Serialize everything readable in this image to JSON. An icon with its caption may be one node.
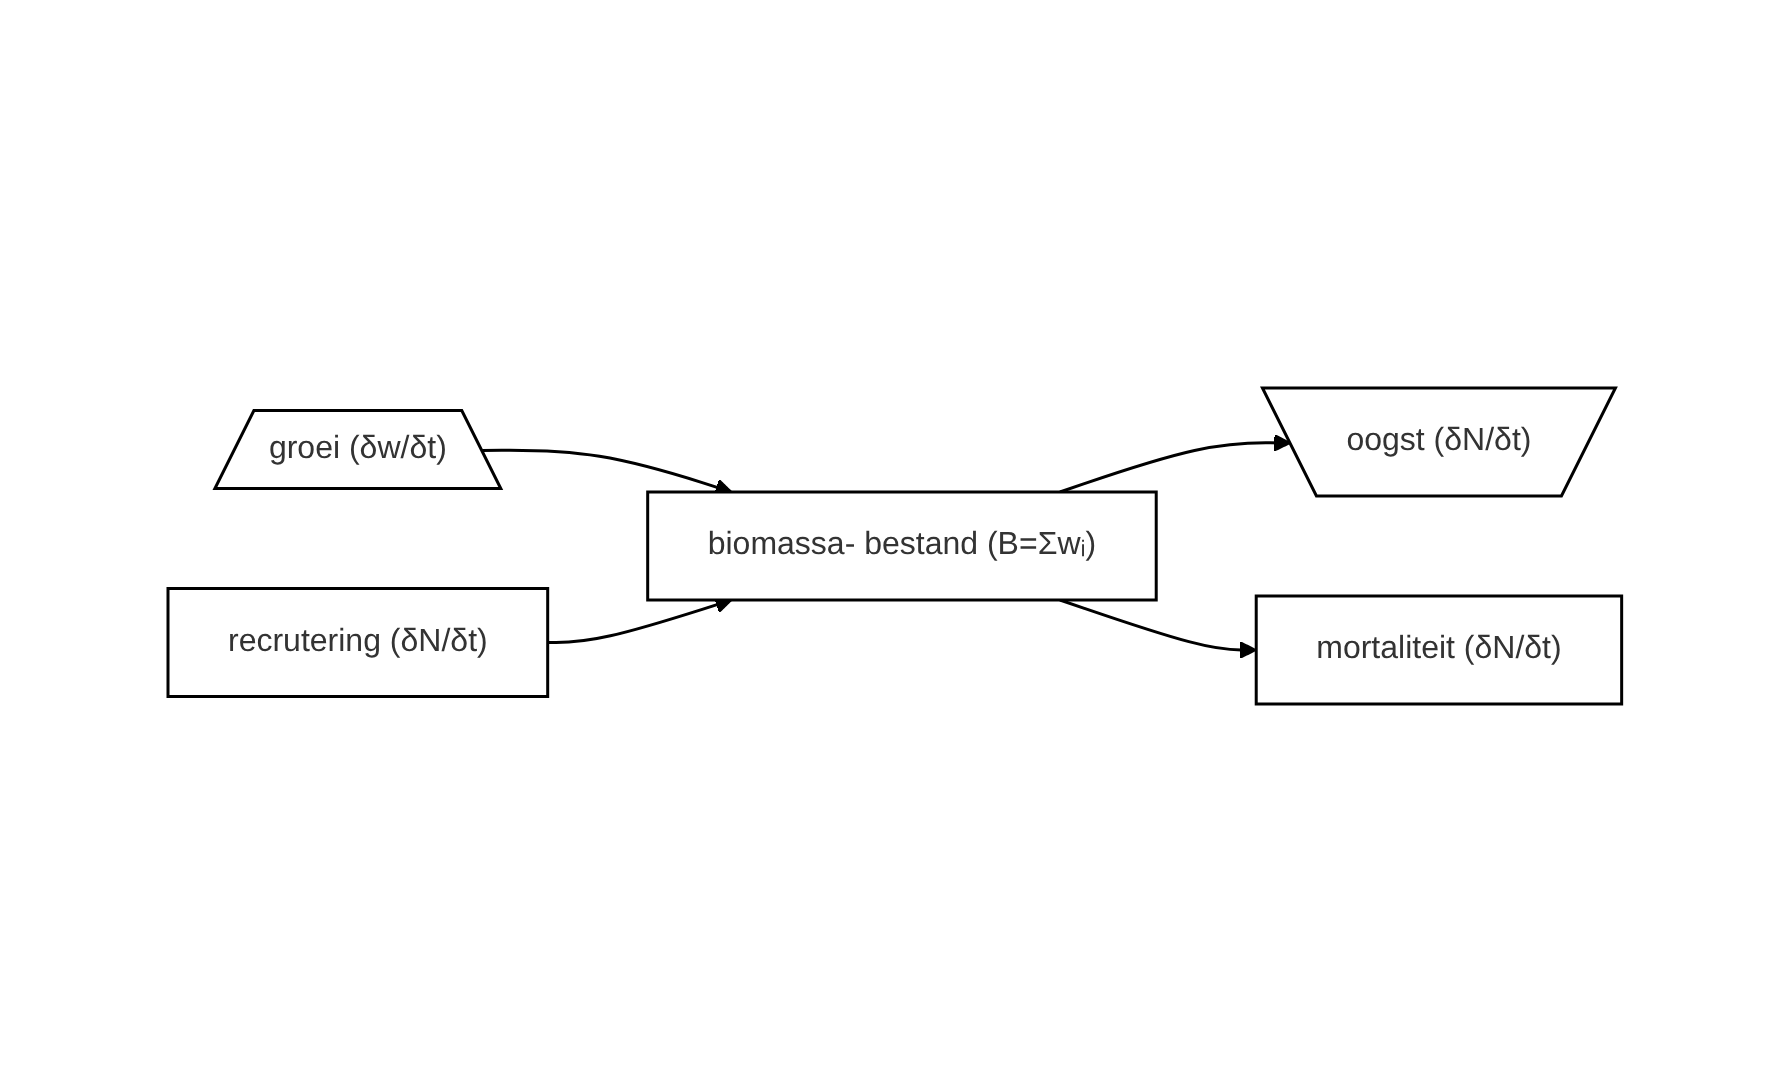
{
  "diagram": {
    "nodes": [
      {
        "text": [
          "groei (δw/δt)"
        ]
      },
      {
        "text": [
          "recrutering (δN/δt)"
        ]
      },
      {
        "text": [
          "biomassa- bestand (B=Σwᵢ)"
        ]
      },
      {
        "text": [
          "oogst (δN/δt)"
        ]
      },
      {
        "text": [
          "mortaliteit (δN/δt)"
        ]
      }
    ],
    "edges": [
      {
        "from": 0,
        "to": 2,
        "arrow": "to"
      },
      {
        "from": 1,
        "to": 2,
        "arrow": "to"
      },
      {
        "from": 2,
        "to": 3,
        "arrow": "to"
      },
      {
        "from": 2,
        "to": 4,
        "arrow": "to"
      }
    ]
  }
}
